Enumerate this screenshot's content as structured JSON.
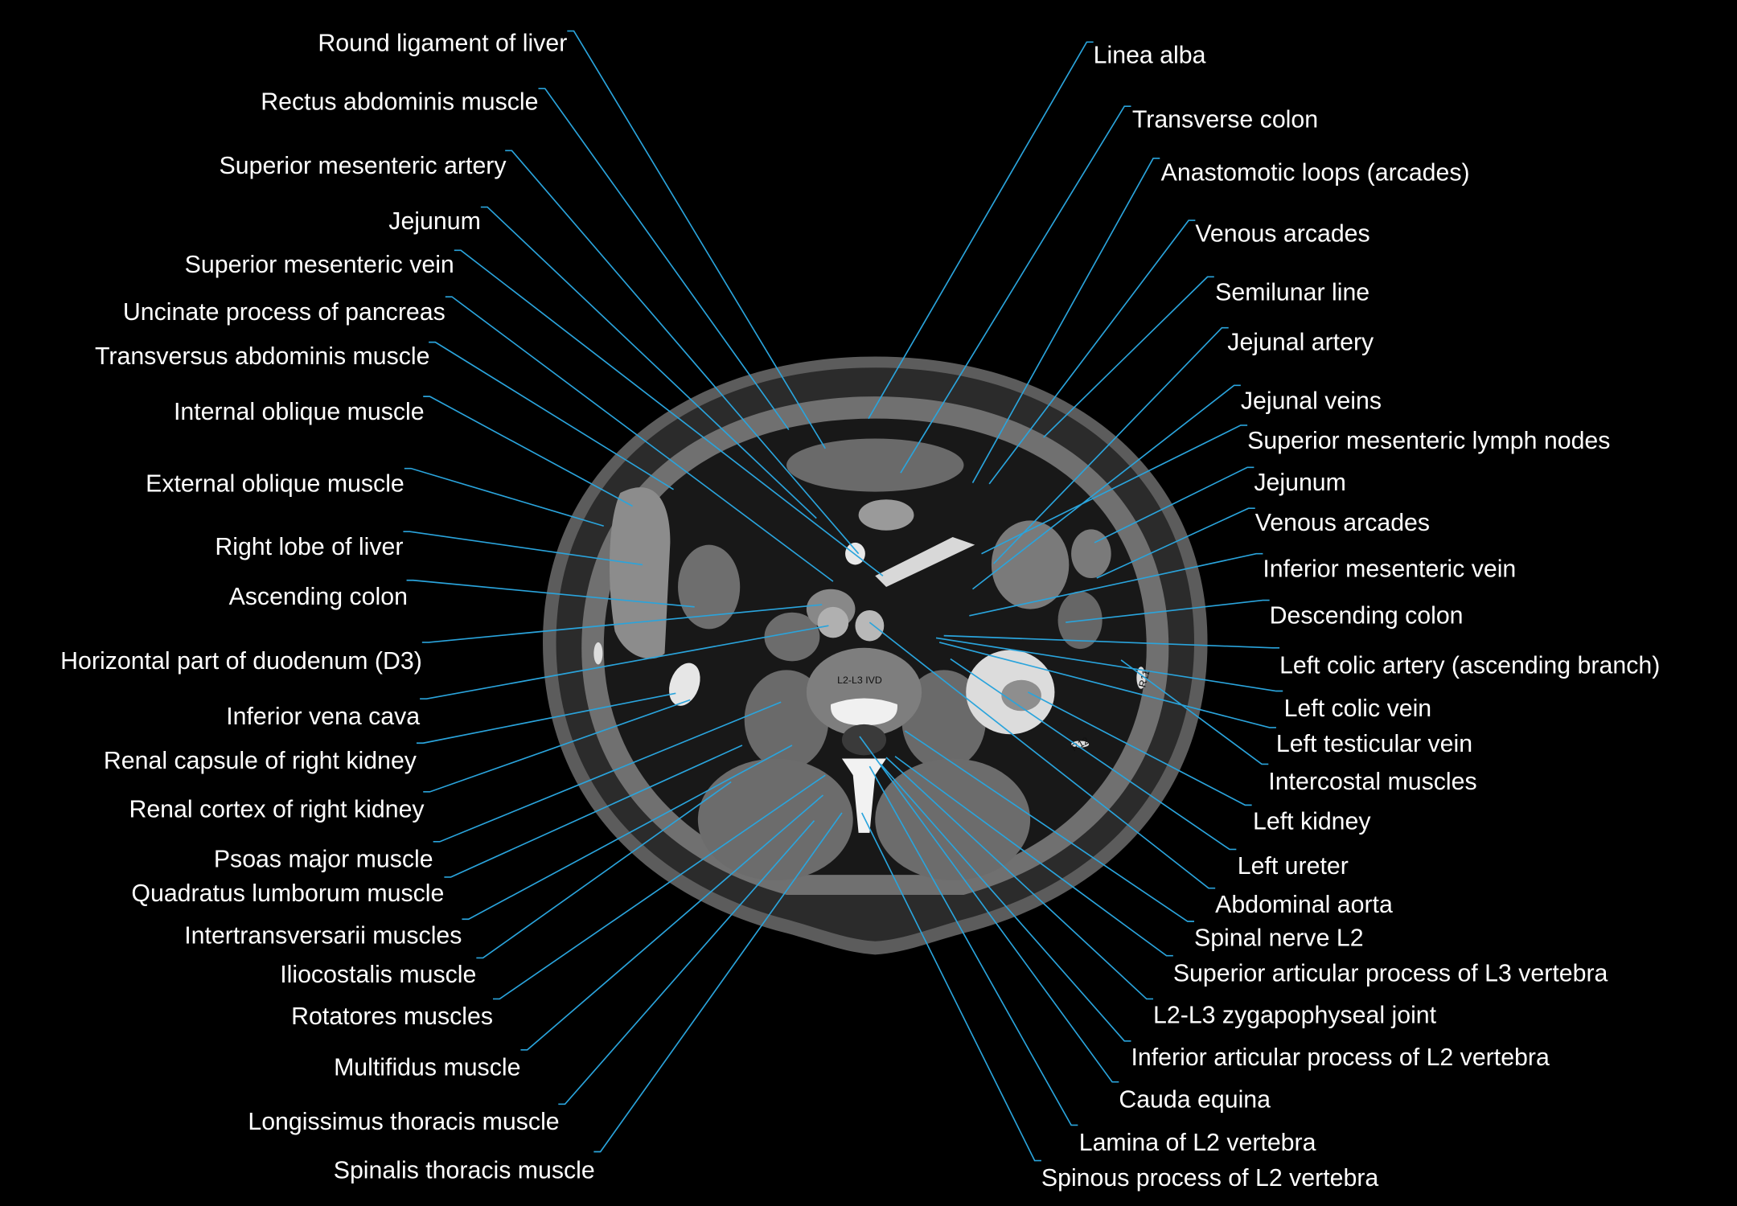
{
  "colors": {
    "background": "#000000",
    "leader_line": "#2aa4dc",
    "label_text": "#ffffff"
  },
  "image_text": {
    "disc_level": "L2-L3 IVD",
    "rib_11": "R11",
    "rib_12": "R12"
  },
  "labels": {
    "left": [
      "Round ligament of liver",
      "Rectus abdominis muscle",
      "Superior mesenteric artery",
      "Jejunum",
      "Superior mesenteric vein",
      "Uncinate process of pancreas",
      "Transversus abdominis muscle",
      "Internal oblique muscle",
      "External oblique muscle",
      "Right lobe of liver",
      "Ascending colon",
      "Horizontal part of duodenum (D3)",
      "Inferior vena cava",
      "Renal capsule of right kidney",
      "Renal cortex of right kidney",
      "Psoas major muscle",
      "Quadratus lumborum muscle",
      "Intertransversarii muscles",
      "Iliocostalis muscle",
      "Rotatores muscles",
      "Multifidus muscle",
      "Longissimus thoracis muscle",
      "Spinalis thoracis muscle"
    ],
    "right": [
      "Linea alba",
      "Transverse colon",
      "Anastomotic loops (arcades)",
      "Venous arcades",
      "Semilunar line",
      "Jejunal artery",
      "Jejunal veins",
      "Superior mesenteric lymph nodes",
      "Jejunum",
      "Venous arcades",
      "Inferior mesenteric vein",
      "Descending colon",
      "Left colic  artery (ascending  branch)",
      "Left colic vein",
      "Left testicular vein",
      "Intercostal muscles",
      "Left kidney",
      "Left ureter",
      "Abdominal aorta",
      "Spinal nerve L2",
      "Superior articular process of L3 vertebra",
      "L2-L3 zygapophyseal joint",
      "Inferior articular process of L2 vertebra",
      "Cauda equina",
      "Lamina of L2 vertebra",
      "Spinous process of L2 vertebra"
    ]
  }
}
